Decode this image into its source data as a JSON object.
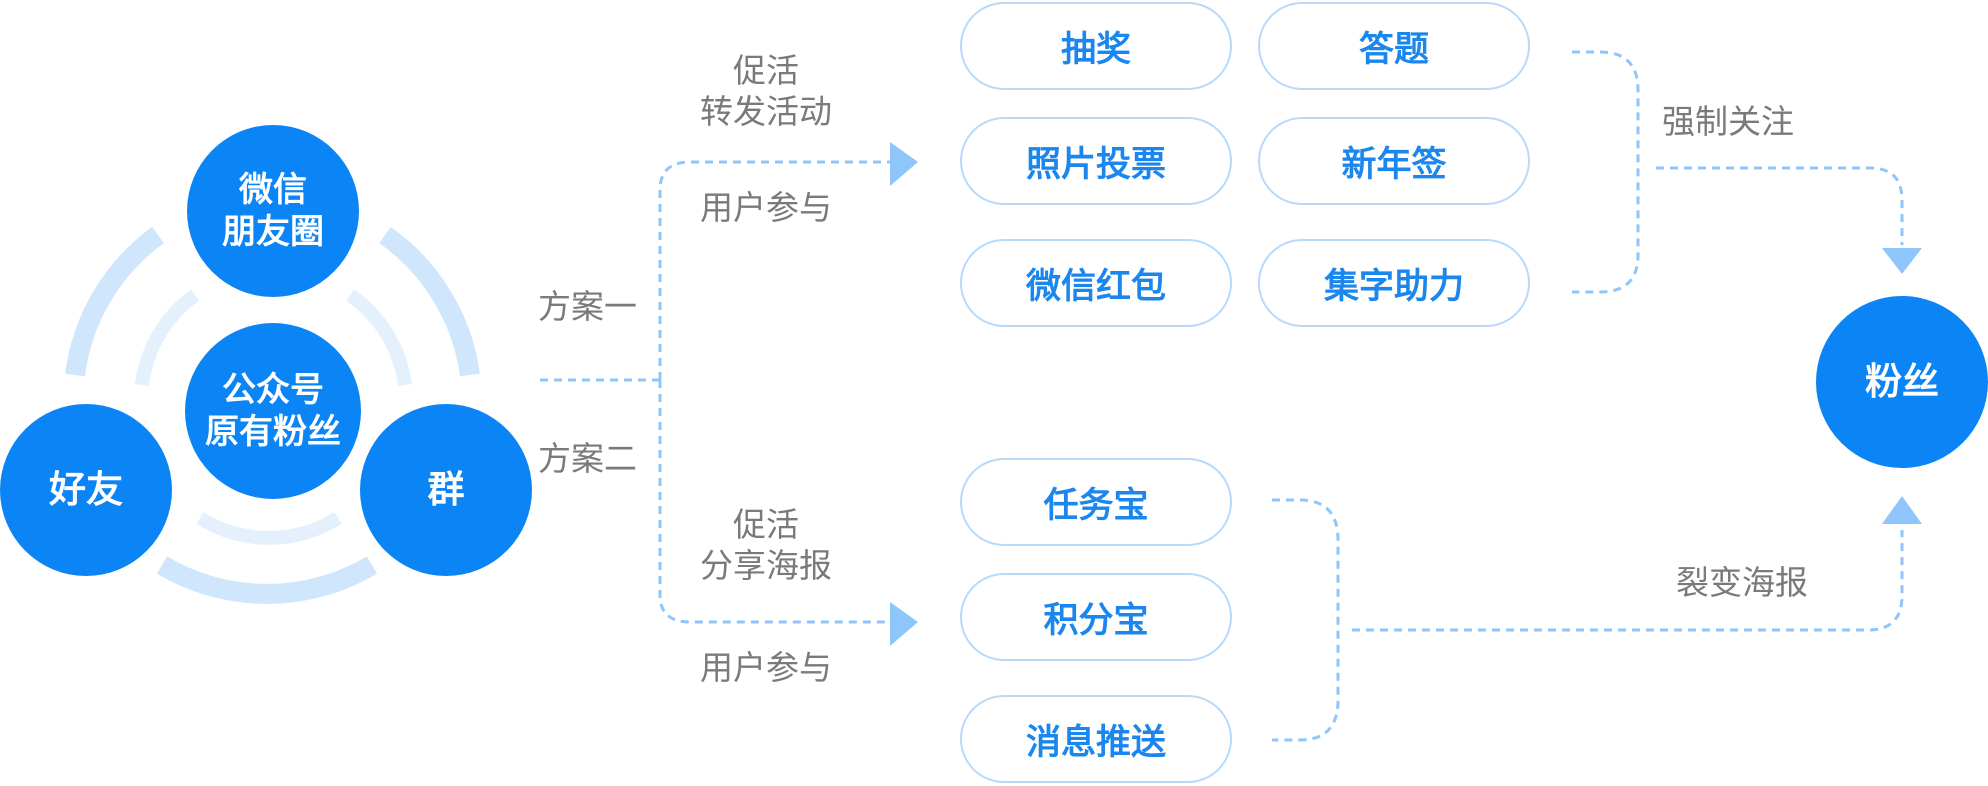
{
  "source": {
    "wechat_moments": [
      "微信",
      "朋友圈"
    ],
    "original_fans": [
      "公众号",
      "原有粉丝"
    ],
    "friends": "好友",
    "group": "群"
  },
  "plans": {
    "plan_one": "方案一",
    "plan_two": "方案二"
  },
  "branch_one": {
    "top_labels": [
      "促活",
      "转发活动"
    ],
    "bottom_label": "用户参与",
    "activities": [
      "抽奖",
      "答题",
      "照片投票",
      "新年签",
      "微信红包",
      "集字助力"
    ],
    "result_label": "强制关注"
  },
  "branch_two": {
    "top_labels": [
      "促活",
      "分享海报"
    ],
    "bottom_label": "用户参与",
    "activities": [
      "任务宝",
      "积分宝",
      "消息推送"
    ],
    "result_label": "裂变海报"
  },
  "target": "粉丝",
  "colors": {
    "primary": "#0b84f5",
    "pill_border": "#b7dafb",
    "pill_text": "#1b87ee",
    "dash": "#8ec6fb",
    "arc_outer": "#cfe6fc",
    "arc_inner": "#e4f1fd",
    "label_text": "#7a7a7a"
  }
}
